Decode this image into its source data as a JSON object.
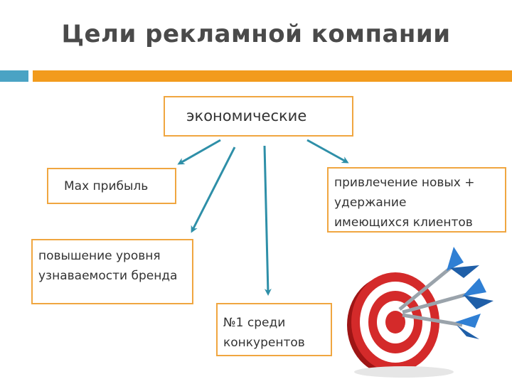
{
  "title": "Цели рекламной компании",
  "root": {
    "label": "экономические"
  },
  "goals": {
    "max_profit": "Max прибыль",
    "attract": [
      "привлечение новых +",
      "удержание",
      "имеющихся клиентов"
    ],
    "brand": [
      "повышение уровня",
      "узнаваемости бренда"
    ],
    "number_one": [
      "№1 среди",
      "конкурентов"
    ]
  },
  "colors": {
    "accent_orange": "#f29b1d",
    "accent_teal": "#4aa3c4",
    "box_border": "#f0a640",
    "arrow": "#2e8fa8",
    "target_red": "#d42a2a",
    "dart_blue": "#2f7fd4"
  },
  "icons": {
    "illustration": "target-with-darts-icon"
  }
}
